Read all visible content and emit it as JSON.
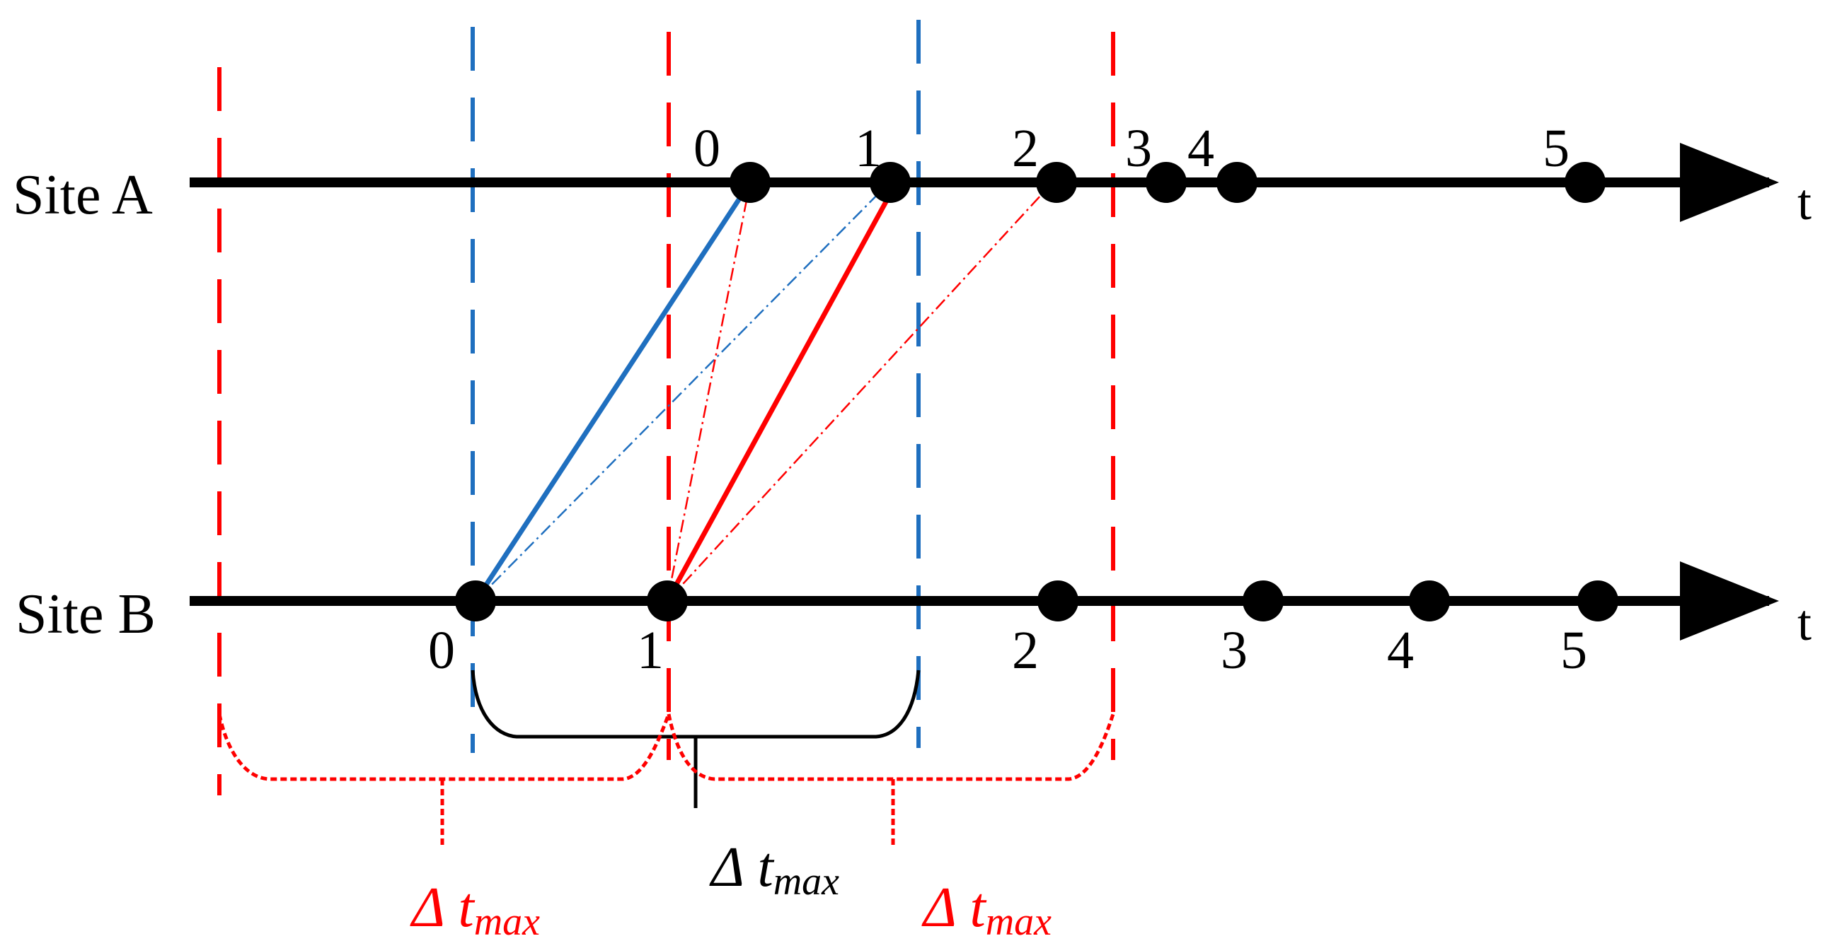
{
  "rows": {
    "site_a": {
      "label": "Site A",
      "axis_label": "t"
    },
    "site_b": {
      "label": "Site B",
      "axis_label": "t"
    }
  },
  "site_a_points": [
    "0",
    "1",
    "2",
    "3",
    "4",
    "5"
  ],
  "site_b_points": [
    "0",
    "1",
    "2",
    "3",
    "4",
    "5"
  ],
  "annotations": {
    "window_black": "Δ t",
    "window_black_sub": "max",
    "window_red_left": "Δ t",
    "window_red_left_sub": "max",
    "window_red_right": "Δ t",
    "window_red_right_sub": "max"
  },
  "colors": {
    "axis": "#000000",
    "blue": "#1f6fbf",
    "red": "#ff0000"
  }
}
